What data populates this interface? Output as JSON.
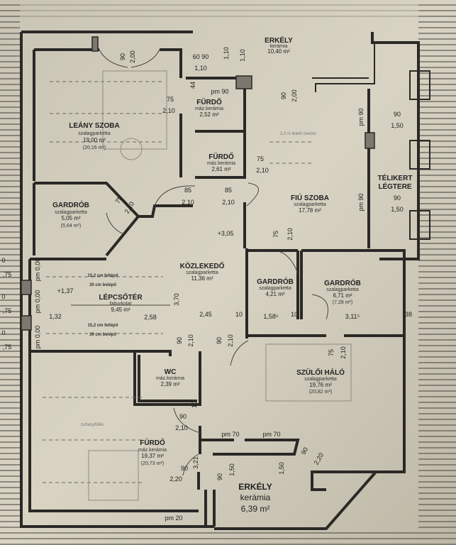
{
  "rooms": [
    {
      "name": "LEÁNY SZOBA",
      "floor": "szalagparketta",
      "area": "19,00 m²",
      "area_alt": "(20,16 m²)"
    },
    {
      "name": "GARDRÓB",
      "floor": "szalagparketta",
      "area": "5,05 m²",
      "area_alt": "(5,64 m²)"
    },
    {
      "name": "FÜRDŐ",
      "floor": "máz.kerámia",
      "area": "2,52 m²"
    },
    {
      "name": "FÜRDŐ",
      "floor": "máz.kerámia",
      "area": "2,61 m²"
    },
    {
      "name": "ERKÉLY",
      "floor": "kerámia",
      "area": "10,40 m²"
    },
    {
      "name": "FIÚ SZOBA",
      "floor": "szalagparketta",
      "area": "17,78 m²"
    },
    {
      "name": "TÉLIKERT",
      "floor": "LÉGTERE"
    },
    {
      "name": "KÖZLEKEDŐ",
      "floor": "szalagparketta",
      "area": "11,36 m²"
    },
    {
      "name": "LÉPCSŐTÉR",
      "floor": "faburkolat",
      "area": "9,45 m²"
    },
    {
      "name": "GARDRÓB",
      "floor": "szalagparketta",
      "area": "4,21 m²"
    },
    {
      "name": "GARDRÓB",
      "floor": "szalagparketta",
      "area": "6,71 m²",
      "area_alt": "(7,28 m²)"
    },
    {
      "name": "SZÜLŐI HÁLÓ",
      "floor": "szalagparketta",
      "area": "19,76 m²",
      "area_alt": "(20,82 m²)"
    },
    {
      "name": "WC",
      "floor": "máz.kerámia",
      "area": "2,39 m²"
    },
    {
      "name": "FÜRDŐ",
      "floor": "máz.kerámia",
      "area": "19,37 m²",
      "area_alt": "(20,73 m²)"
    },
    {
      "name": "ERKÉLY",
      "floor": "kerámia",
      "area": "6,39 m²"
    }
  ],
  "dims": [
    "60 90",
    "1,10",
    "1,10",
    "75",
    "2,10",
    "pm 90",
    "75",
    "2,10",
    "85",
    "2,10",
    "85",
    "2,10",
    "75",
    "2,10",
    "+3,05",
    "90",
    "1,50",
    "90",
    "1,50",
    "pm 90",
    "pm 90",
    "75",
    "2,10",
    "+1,37",
    "1,32",
    "2,58",
    "2,45",
    "3,70",
    "10",
    "1,58⁵",
    "10",
    "3,11⁵",
    "38",
    "pm 0,00",
    "pm 0,00",
    "pm 0,00",
    "90",
    "2,10",
    "90",
    "2,10",
    "75",
    "2,10",
    "90",
    "2,10",
    "pm 70",
    "pm 70",
    "90",
    "2,20",
    "3,21",
    "90",
    "1,50",
    "1,50",
    "pm 20",
    "90",
    "2,20",
    "10",
    "90",
    "2,00",
    "90",
    "2,00",
    "44",
    "1,10"
  ],
  "notes": {
    "stair_rise_1": "15,2 cm fellépő",
    "stair_tread_1": "30 cm belépő",
    "stair_rise_2": "15,2 cm fellépő",
    "stair_tread_2": "30 cm belépő",
    "shower": "zuhanyfülke",
    "fiu_note": "2,0 m feletti övezet",
    "left_margin": [
      ",75",
      ",75",
      ",75",
      "0",
      "0",
      "0"
    ]
  }
}
